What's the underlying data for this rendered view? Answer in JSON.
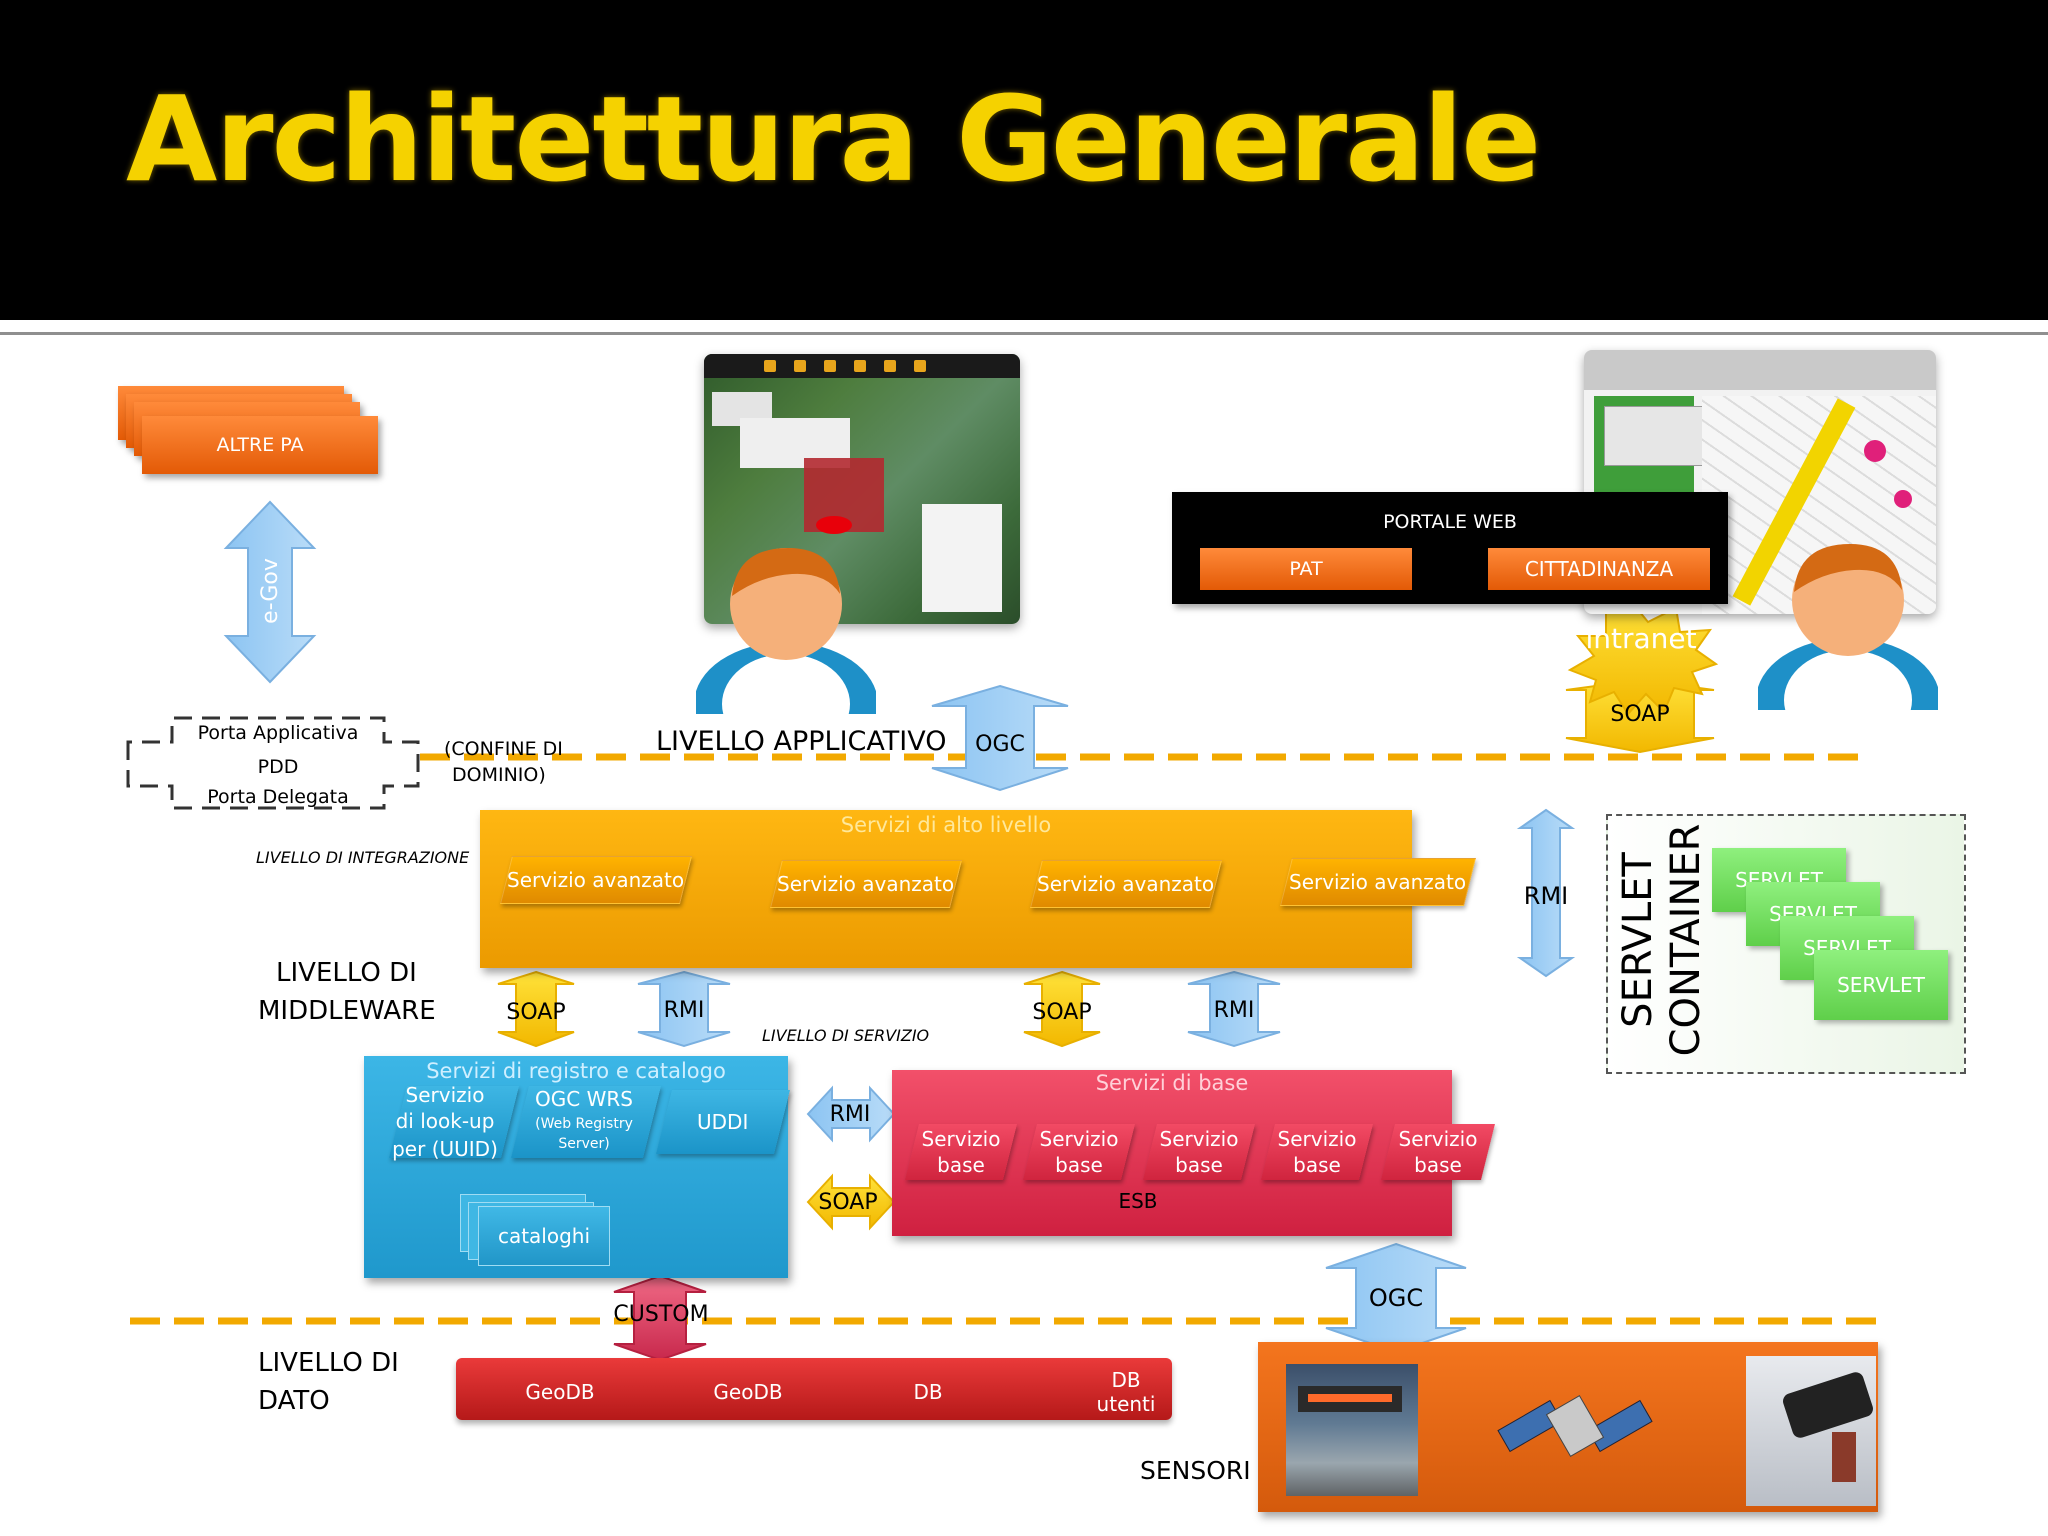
{
  "title": "Architettura Generale",
  "altre_pa": "ALTRE PA",
  "egov": "e-Gov",
  "porta": {
    "applicativa": "Porta Applicativa",
    "pdd": "PDD",
    "delegata": "Porta Delegata",
    "confine_1": "(CONFINE DI",
    "confine_2": "DOMINIO)"
  },
  "portale": {
    "title": "PORTALE WEB",
    "pat": "PAT",
    "cittadinanza": "CITTADINANZA",
    "intranet": "intranet"
  },
  "levels": {
    "applicativo": "LIVELLO APPLICATIVO",
    "integrazione": "LIVELLO DI INTEGRAZIONE",
    "middleware_1": "LIVELLO  DI",
    "middleware_2": "MIDDLEWARE",
    "servizio": "LIVELLO DI SERVIZIO",
    "dato_1": "LIVELLO DI",
    "dato_2": "DATO"
  },
  "protocols": {
    "ogc": "OGC",
    "soap": "SOAP",
    "rmi": "RMI",
    "custom": "CUSTOM"
  },
  "alto_livello": {
    "title": "Servizi di alto livello",
    "items": [
      "Servizio avanzato",
      "Servizio avanzato",
      "Servizio avanzato",
      "Servizio avanzato"
    ]
  },
  "servlet": {
    "container_1": "SERVLET",
    "container_2": "CONTAINER",
    "cards": [
      "SERVLET",
      "SERVLET",
      "SERVLET",
      "SERVLET"
    ]
  },
  "registro": {
    "title": "Servizi di registro e catalogo",
    "lookup_1": "Servizio",
    "lookup_2": "di look-up",
    "lookup_3": "per (UUID)",
    "wrs_1": "OGC WRS",
    "wrs_2": "(Web Registry",
    "wrs_3": "Server)",
    "uddi": "UDDI",
    "cataloghi": "cataloghi"
  },
  "base": {
    "title": "Servizi di base",
    "items": [
      "Servizio base",
      "Servizio base",
      "Servizio base",
      "Servizio base",
      "Servizio base"
    ],
    "esb": "ESB"
  },
  "dato": {
    "items": [
      "GeoDB",
      "GeoDB",
      "DB",
      "DB utenti"
    ],
    "sensori": "SENSORI"
  }
}
